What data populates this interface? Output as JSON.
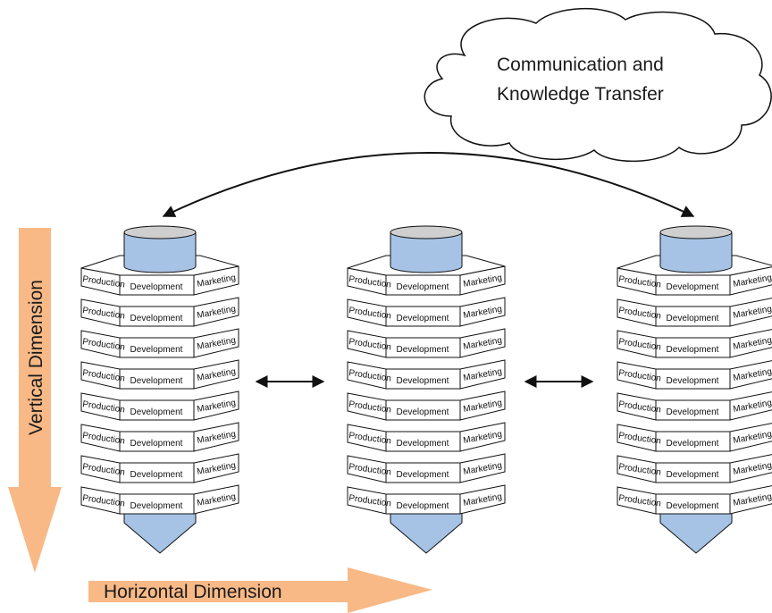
{
  "labels": {
    "cloud_line1": "Communication and",
    "cloud_line2": "Knowledge Transfer",
    "vertical_axis": "Vertical Dimension",
    "horizontal_axis": "Horizontal Dimension"
  },
  "stack": {
    "segment_labels": [
      "Production",
      "Development",
      "Marketing"
    ],
    "levels": 8
  },
  "columns": [
    {
      "name": "column-1"
    },
    {
      "name": "column-2"
    },
    {
      "name": "column-3"
    }
  ],
  "colors": {
    "arrow_fill": "#f8b987",
    "cylinder_fill": "#a6c3e6",
    "cylinder_top": "#cfcfcf",
    "stroke": "#111111"
  }
}
